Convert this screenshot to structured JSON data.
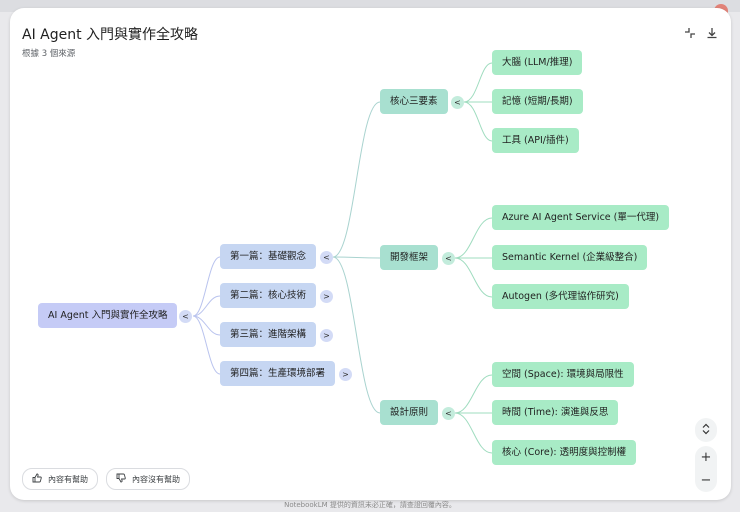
{
  "header": {
    "title": "AI Agent 入門與實作全攻略",
    "subtitle": "根據 3 個來源",
    "collapse_icon": "collapse-icon",
    "download_icon": "download-icon"
  },
  "mindmap": {
    "root": "AI Agent 入門與實作全攻略",
    "chapters": [
      "第一篇：基礎觀念",
      "第二篇：核心技術",
      "第三篇：進階架構",
      "第四篇：生產環境部署"
    ],
    "concepts": [
      "核心三要素",
      "開發框架",
      "設計原則"
    ],
    "core_elements": [
      "大腦 (LLM/推理)",
      "記憶 (短期/長期)",
      "工具 (API/插件)"
    ],
    "frameworks": [
      "Azure AI Agent Service (單一代理)",
      "Semantic Kernel (企業級整合)",
      "Autogen (多代理協作研究)"
    ],
    "principles": [
      "空間 (Space): 環境與局限性",
      "時間 (Time): 演進與反思",
      "核心 (Core): 透明度與控制權"
    ],
    "collapse_glyph": "<",
    "expand_glyph": ">"
  },
  "feedback": {
    "helpful": "內容有幫助",
    "not_helpful": "內容沒有幫助"
  },
  "zoom": {
    "fit": "⌃⌄",
    "in": "+",
    "out": "−"
  },
  "footer": {
    "disclaimer": "NotebookLM 提供的資訊未必正確，請查證回覆內容。"
  }
}
